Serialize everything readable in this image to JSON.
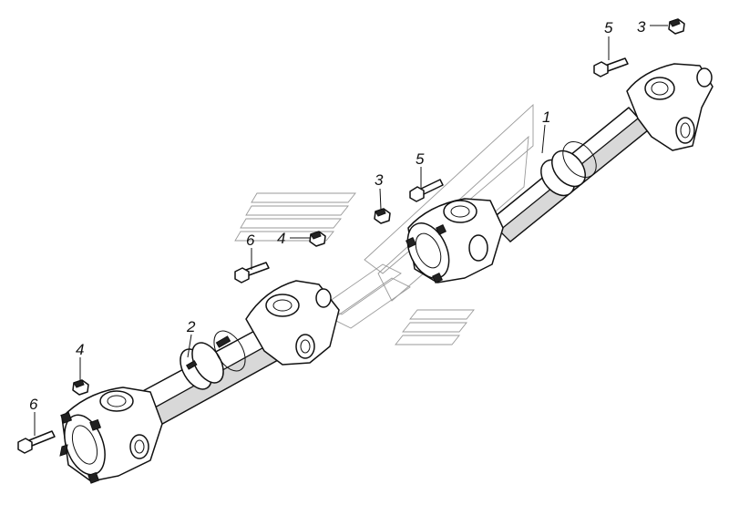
{
  "diagram": {
    "background": "#ffffff",
    "line_color": "#111111",
    "callouts": {
      "shaft_main": "1",
      "shaft_intermediate": "2",
      "nut_top_right": "3",
      "nut_center": "3",
      "nut_center_left": "4",
      "nut_bottom_left": "4",
      "bolt_top_right": "5",
      "bolt_center": "5",
      "bolt_center_left": "6",
      "bolt_bottom_left": "6"
    }
  }
}
